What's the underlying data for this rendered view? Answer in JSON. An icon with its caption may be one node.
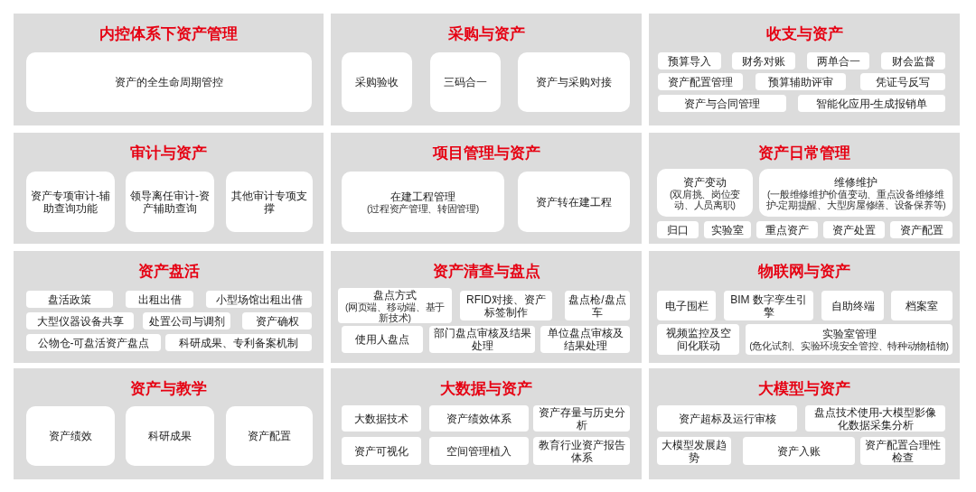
{
  "diagram": {
    "nodes": [
      {
        "text": [
          "内控体系下资产管理"
        ]
      },
      {
        "text": [
          "资产的全生命周期管控"
        ],
        "in": 0
      },
      {
        "text": [
          "采购与资产"
        ]
      },
      {
        "text": [
          "采购验收"
        ],
        "in": 2
      },
      {
        "text": [
          "三码合一"
        ],
        "in": 2
      },
      {
        "text": [
          "资产与采购对接"
        ],
        "in": 2
      },
      {
        "text": [
          "收支与资产"
        ]
      },
      {
        "text": [
          "预算导入"
        ],
        "in": 6
      },
      {
        "text": [
          "财务对账"
        ],
        "in": 6
      },
      {
        "text": [
          "两单合一"
        ],
        "in": 6
      },
      {
        "text": [
          "财会监督"
        ],
        "in": 6
      },
      {
        "text": [
          "资产配置管理"
        ],
        "in": 6
      },
      {
        "text": [
          "预算辅助评审"
        ],
        "in": 6
      },
      {
        "text": [
          "凭证号反写"
        ],
        "in": 6
      },
      {
        "text": [
          "资产与合同管理"
        ],
        "in": 6
      },
      {
        "text": [
          "智能化应用-生成报销单"
        ],
        "in": 6
      },
      {
        "text": [
          "审计与资产"
        ]
      },
      {
        "text": [
          "资产专项审计-辅助查询功能"
        ],
        "in": 16
      },
      {
        "text": [
          "领导离任审计-资产辅助查询"
        ],
        "in": 16
      },
      {
        "text": [
          "其他审计专项支撑"
        ],
        "in": 16
      },
      {
        "text": [
          "项目管理与资产"
        ]
      },
      {
        "text": [
          "在建工程管理",
          "(过程资产管理、转固管理)"
        ],
        "in": 20
      },
      {
        "text": [
          "资产转在建工程"
        ],
        "in": 20
      },
      {
        "text": [
          "资产日常管理"
        ]
      },
      {
        "text": [
          "资产变动",
          "(双肩挑、岗位变动、人员离职)"
        ],
        "in": 23
      },
      {
        "text": [
          "维修维护",
          "(一般维修维护价值变动、重点设备维修维护-定期提醒、大型房屋修缮、设备保养等)"
        ],
        "in": 23
      },
      {
        "text": [
          "归口"
        ],
        "in": 23
      },
      {
        "text": [
          "实验室"
        ],
        "in": 23
      },
      {
        "text": [
          "重点资产"
        ],
        "in": 23
      },
      {
        "text": [
          "资产处置"
        ],
        "in": 23
      },
      {
        "text": [
          "资产配置"
        ],
        "in": 23
      },
      {
        "text": [
          "资产盘活"
        ]
      },
      {
        "text": [
          "盘活政策"
        ],
        "in": 31
      },
      {
        "text": [
          "出租出借"
        ],
        "in": 31
      },
      {
        "text": [
          "小型场馆出租出借"
        ],
        "in": 31
      },
      {
        "text": [
          "大型仪器设备共享"
        ],
        "in": 31
      },
      {
        "text": [
          "处置公司与调剂"
        ],
        "in": 31
      },
      {
        "text": [
          "资产确权"
        ],
        "in": 31
      },
      {
        "text": [
          "公物仓-可盘活资产盘点"
        ],
        "in": 31
      },
      {
        "text": [
          "科研成果、专利备案机制"
        ],
        "in": 31
      },
      {
        "text": [
          "资产清查与盘点"
        ]
      },
      {
        "text": [
          "盘点方式",
          "(网页端、移动端、基于新技术)"
        ],
        "in": 40
      },
      {
        "text": [
          "RFID对接、资产标签制作"
        ],
        "in": 40
      },
      {
        "text": [
          "盘点枪/盘点车"
        ],
        "in": 40
      },
      {
        "text": [
          "使用人盘点"
        ],
        "in": 40
      },
      {
        "text": [
          "部门盘点审核及结果处理"
        ],
        "in": 40
      },
      {
        "text": [
          "单位盘点审核及结果处理"
        ],
        "in": 40
      },
      {
        "text": [
          "物联网与资产"
        ]
      },
      {
        "text": [
          "电子围栏"
        ],
        "in": 47
      },
      {
        "text": [
          "BIM 数字孪生引擎"
        ],
        "in": 47
      },
      {
        "text": [
          "自助终端"
        ],
        "in": 47
      },
      {
        "text": [
          "档案室"
        ],
        "in": 47
      },
      {
        "text": [
          "视频监控及空间化联动"
        ],
        "in": 47
      },
      {
        "text": [
          "实验室管理",
          "(危化试剂、实验环境安全管控、特种动物植物)"
        ],
        "in": 47
      },
      {
        "text": [
          "资产与教学"
        ]
      },
      {
        "text": [
          "资产绩效"
        ],
        "in": 54
      },
      {
        "text": [
          "科研成果"
        ],
        "in": 54
      },
      {
        "text": [
          "资产配置"
        ],
        "in": 54
      },
      {
        "text": [
          "大数据与资产"
        ]
      },
      {
        "text": [
          "大数据技术"
        ],
        "in": 58
      },
      {
        "text": [
          "资产绩效体系"
        ],
        "in": 58
      },
      {
        "text": [
          "资产存量与历史分析"
        ],
        "in": 58
      },
      {
        "text": [
          "资产可视化"
        ],
        "in": 58
      },
      {
        "text": [
          "空间管理植入"
        ],
        "in": 58
      },
      {
        "text": [
          "教育行业资产报告体系"
        ],
        "in": 58
      },
      {
        "text": [
          "大模型与资产"
        ]
      },
      {
        "text": [
          "资产超标及运行审核"
        ],
        "in": 65
      },
      {
        "text": [
          "盘点技术使用-大模型影像化数据采集分析"
        ],
        "in": 65
      },
      {
        "text": [
          "大模型发展趋势"
        ],
        "in": 65
      },
      {
        "text": [
          "资产入账"
        ],
        "in": 65
      },
      {
        "text": [
          "资产配置合理性检查"
        ],
        "in": 65
      }
    ]
  }
}
